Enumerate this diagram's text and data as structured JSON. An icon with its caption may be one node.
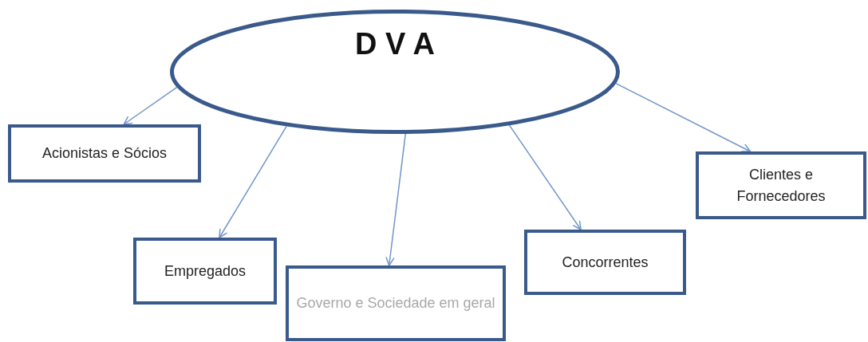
{
  "diagram": {
    "nodes": [
      {
        "text": [
          "D V A"
        ]
      },
      {
        "text": [
          "Acionistas e Sócios"
        ]
      },
      {
        "text": [
          "Empregados"
        ]
      },
      {
        "text": [
          "Governo e Sociedade em geral"
        ]
      },
      {
        "text": [
          "Concorrentes"
        ]
      },
      {
        "text": [
          "Clientes e Fornecedores"
        ]
      }
    ],
    "edges": [
      {
        "from": 0,
        "to": 1,
        "arrow": "to"
      },
      {
        "from": 0,
        "to": 2,
        "arrow": "to"
      },
      {
        "from": 0,
        "to": 3,
        "arrow": "to"
      },
      {
        "from": 0,
        "to": 4,
        "arrow": "to"
      },
      {
        "from": 0,
        "to": 5,
        "arrow": "to"
      }
    ]
  }
}
